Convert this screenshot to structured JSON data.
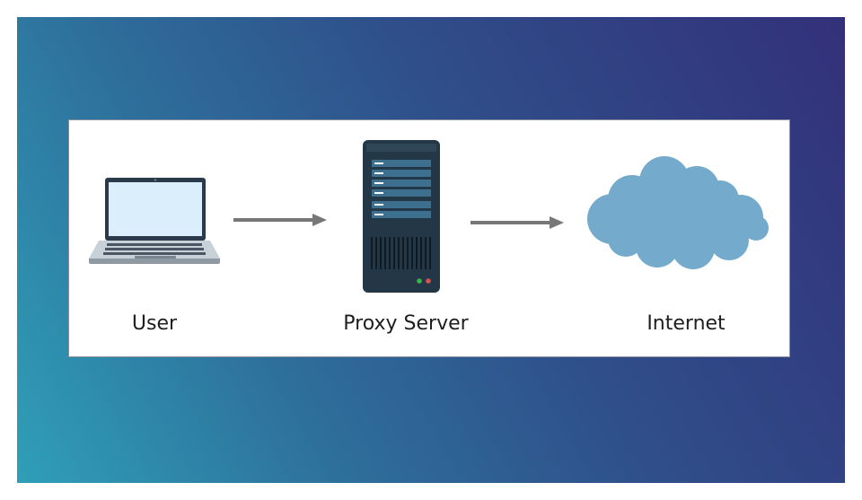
{
  "diagram": {
    "nodes": [
      {
        "id": "user",
        "label": "User",
        "icon": "laptop-icon"
      },
      {
        "id": "proxy",
        "label": "Proxy Server",
        "icon": "server-icon"
      },
      {
        "id": "internet",
        "label": "Internet",
        "icon": "cloud-icon"
      }
    ],
    "edges": [
      {
        "from": "user",
        "to": "proxy",
        "style": "arrow"
      },
      {
        "from": "proxy",
        "to": "internet",
        "style": "arrow"
      }
    ]
  },
  "colors": {
    "background_gradient": [
      "#2f9fb8",
      "#2e6f9c",
      "#2f4f8a",
      "#33307a"
    ],
    "panel": "#ffffff",
    "arrow": "#777777",
    "cloud": "#74aacb",
    "server_body": "#243746",
    "server_slots": "#3d6f8f",
    "laptop_screen": "#dbeefb",
    "led_green": "#3bb54a",
    "led_red": "#d9534f"
  }
}
